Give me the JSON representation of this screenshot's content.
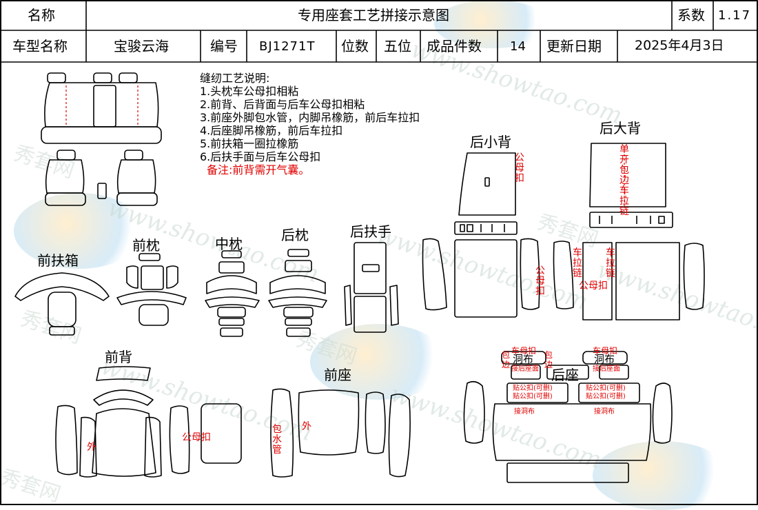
{
  "header": {
    "name_label": "名称",
    "title": "专用座套工艺拼接示意图",
    "series_label": "系数",
    "series_value": "1.17",
    "model_label": "车型名称",
    "model_value": "宝骏云海",
    "code_label": "编号",
    "code_value": "BJ1271T",
    "seats_label": "位数",
    "seats_value": "五位",
    "pieces_label": "成品件数",
    "pieces_value": "14",
    "date_label": "更新日期",
    "date_value": "2025年4月3日"
  },
  "notes": {
    "title": "缝纫工艺说明:",
    "items": [
      "1.头枕车公母扣相粘",
      "2.前背、后背面与后车公母扣相粘",
      "3.前座外脚包水管，内脚吊橡筋，前后车拉扣",
      "4.后座脚吊橡筋，前后车拉扣",
      "5.前扶箱一圈拉橡筋",
      "6.后扶手面与后车公母扣"
    ],
    "remark": "备注:前背需开气囊。"
  },
  "labels": {
    "front_armbox": "前扶箱",
    "front_headrest": "前枕",
    "middle_headrest": "中枕",
    "rear_headrest": "后枕",
    "rear_armrest": "后扶手",
    "rear_small_back": "后小背",
    "rear_big_back": "后大背",
    "front_back": "前背",
    "front_seat": "前座",
    "rear_seat": "后座"
  },
  "annotations": {
    "snap": "公母扣",
    "zipper_left": "车拉链",
    "zipper_right": "车拉链",
    "snap_small": "公母扣",
    "big_back_note": "单开包边车拉链",
    "outer": "外",
    "outer2": "外",
    "snap_front_back": "公母扣",
    "wrap_pipe": "包水管",
    "hole_cloth_1": "洞布",
    "hole_cloth_2": "洞布",
    "snap_top_1": "车母扣",
    "snap_top_2": "车母扣",
    "wrap_l1": "包",
    "wrap_l2": "边",
    "wrap_r1": "包",
    "wrap_r2": "边",
    "join_rear_1": "接后座面",
    "join_rear_2": "接后座面",
    "stick_snap_1": "贴公扣(可删)",
    "stick_snap_2": "贴公扣(可删)",
    "stick_snap_3": "贴公扣(可删)",
    "stick_snap_4": "贴公扣(可删)",
    "join_hole_1": "接洞布",
    "join_hole_2": "接洞布"
  },
  "watermarks": {
    "url": "www.showtao.com",
    "brand": "秀套网"
  },
  "colors": {
    "annotation_red": "#e00000",
    "line": "#000000"
  }
}
